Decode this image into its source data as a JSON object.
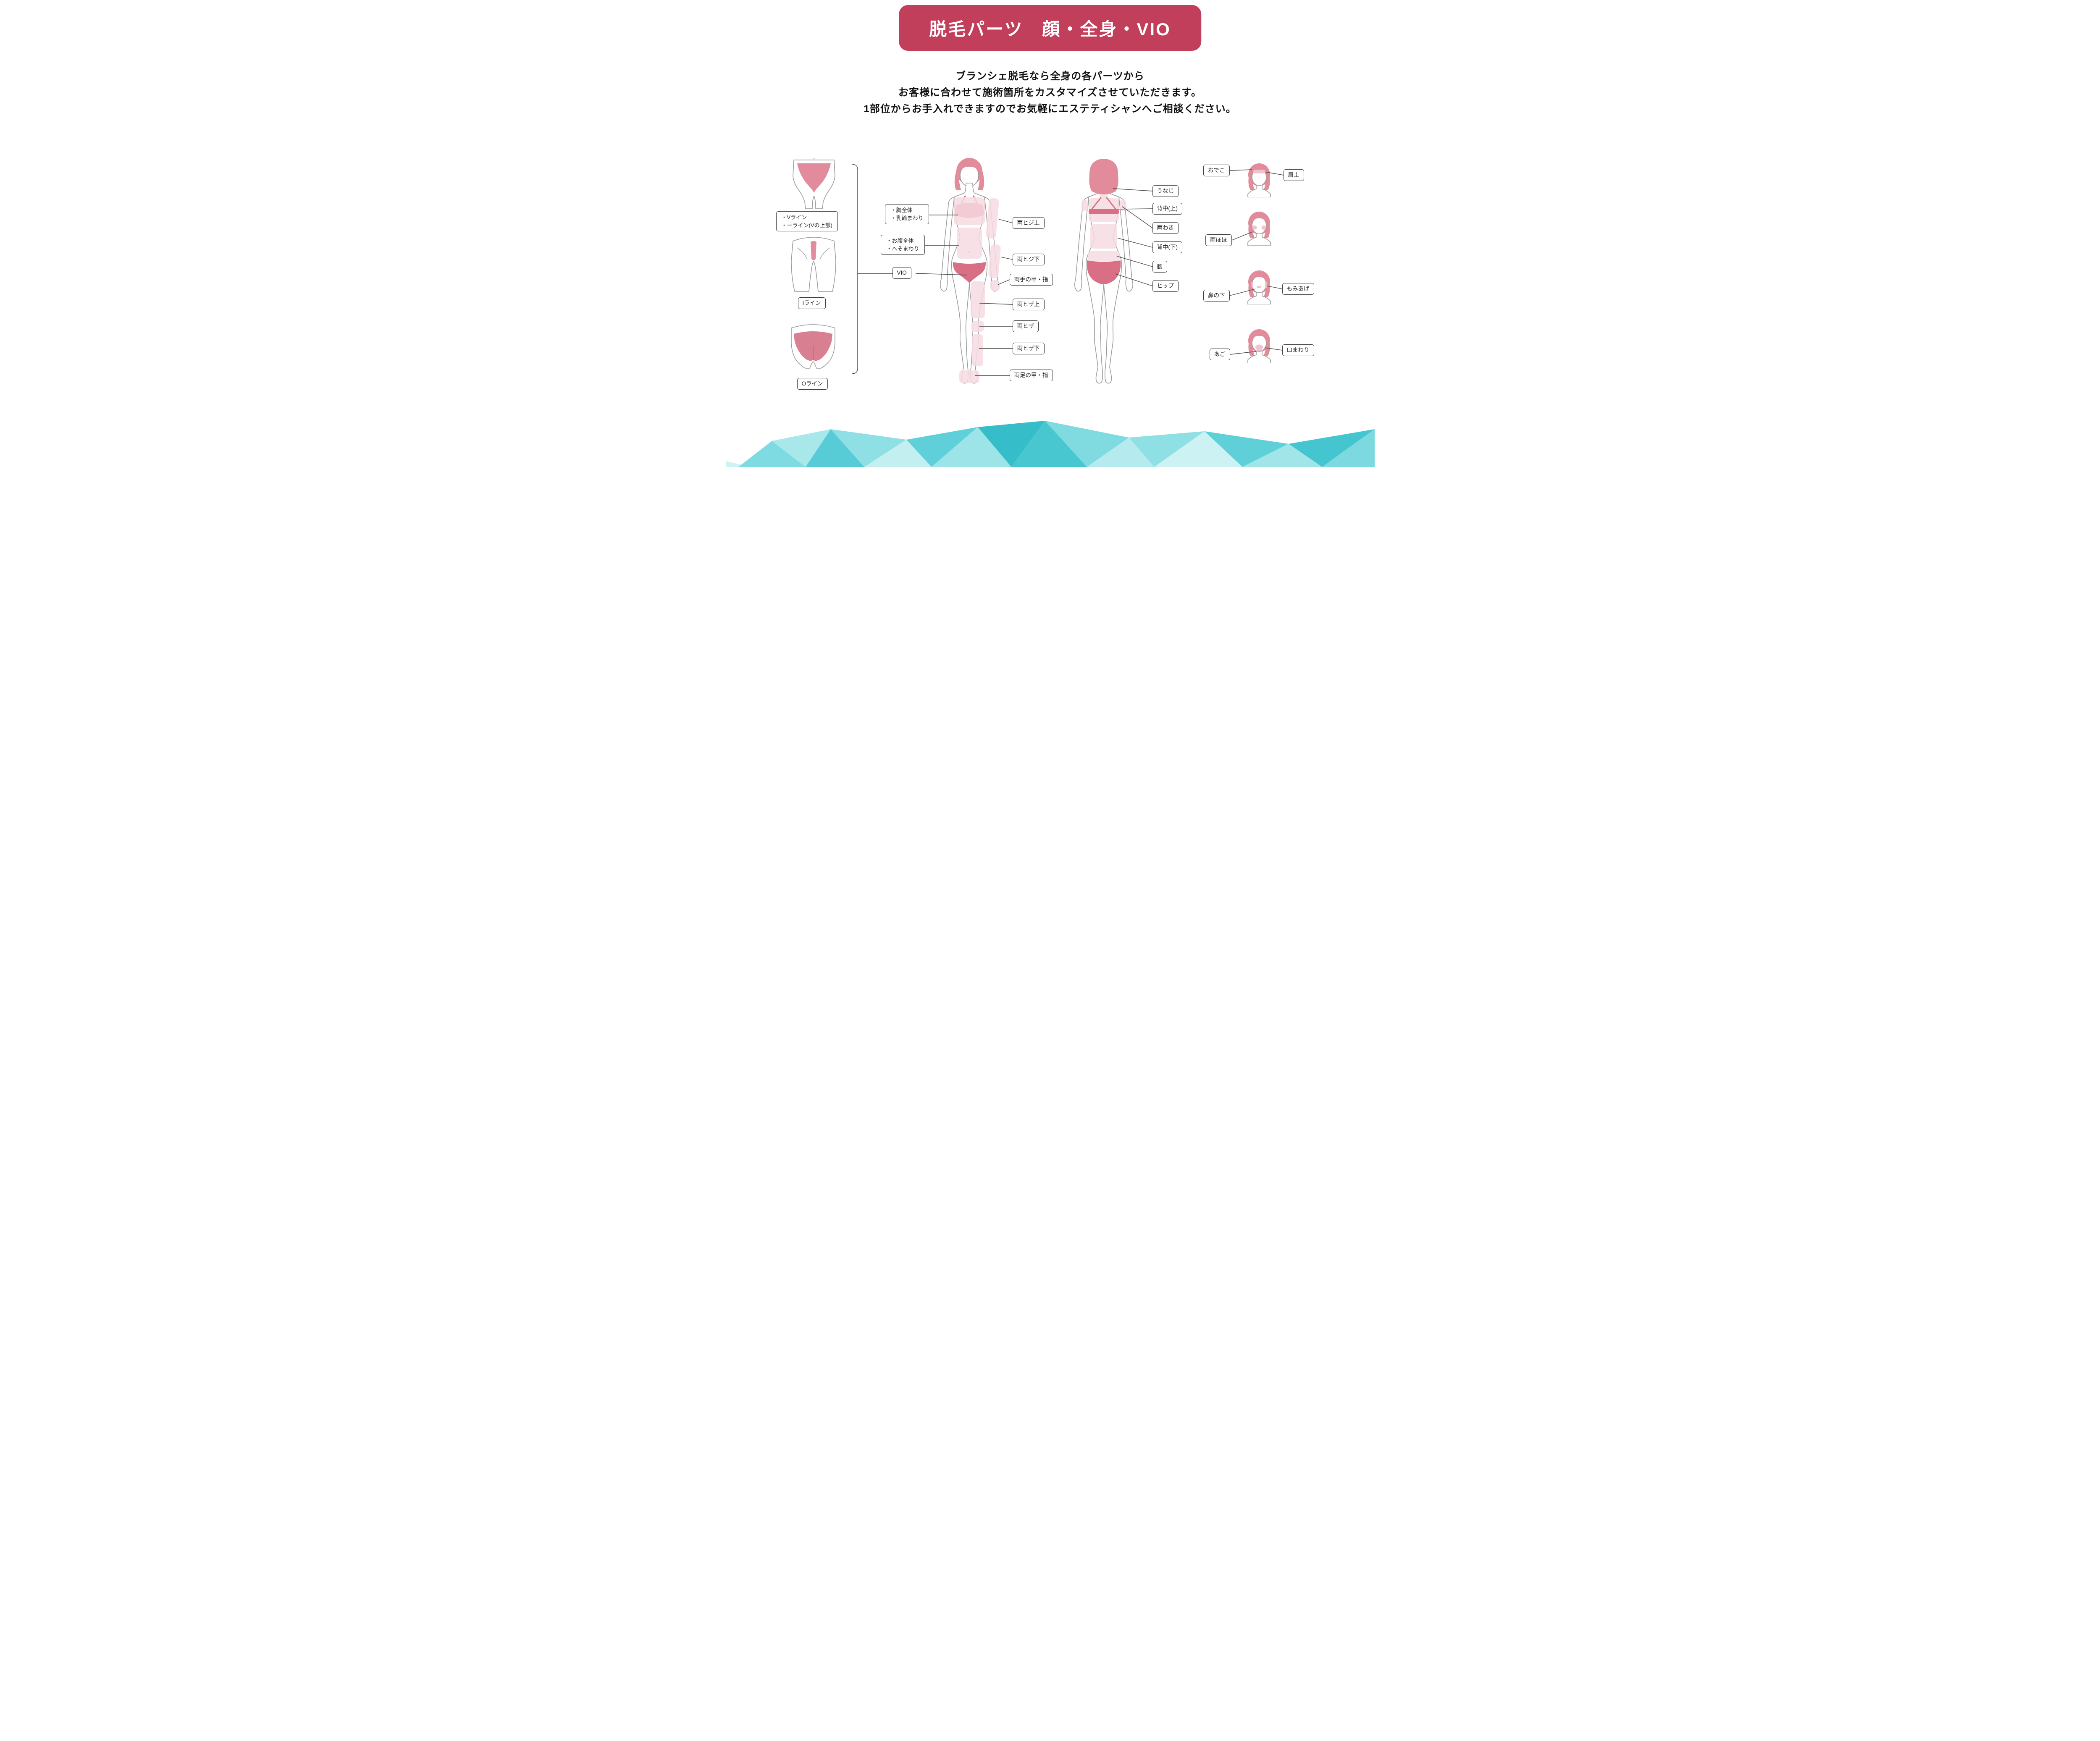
{
  "banner": {
    "title": "脱毛パーツ　顔・全身・VIO"
  },
  "intro": {
    "lines": [
      "ブランシェ脱毛なら全身の各パーツから",
      "お客様に合わせて施術箇所をカスタマイズさせていただきます。",
      "1部位からお手入れできますのでお気軽にエステティシャンへご相談ください。"
    ]
  },
  "vio_column": {
    "v_label": {
      "line1": "・Vライン",
      "line2": "・ーライン(Vの上部)"
    },
    "i_label": "Iライン",
    "o_label": "Oライン",
    "vio_label": "VIO"
  },
  "front_body": {
    "left_labels": {
      "chest": {
        "line1": "・胸全体",
        "line2": "・乳輪まわり"
      },
      "abdomen": {
        "line1": "・お腹全体",
        "line2": "・へそまわり"
      }
    },
    "right_labels": [
      "両ヒジ上",
      "両ヒジ下",
      "両手の甲・指",
      "両ヒザ上",
      "両ヒザ",
      "両ヒザ下",
      "両足の甲・指"
    ]
  },
  "back_body": {
    "labels": [
      "うなじ",
      "背中(上)",
      "両わき",
      "背中(下)",
      "腰",
      "ヒップ"
    ]
  },
  "faces": [
    {
      "left": "おでこ",
      "right": "眉上"
    },
    {
      "left": "両ほほ",
      "right": ""
    },
    {
      "left": "鼻の下",
      "right": "もみあげ"
    },
    {
      "left": "あご",
      "right": "口まわり"
    }
  ],
  "colors": {
    "banner_bg": "#c23f5c",
    "hair_pink": "#e28b9b",
    "bikini_rose": "#d86f84",
    "highlight_pink": "#f7dce2",
    "face_highlight_pink": "#f2c3cd",
    "outline_gray": "#9b9b9b",
    "teal_dark": "#35bdc9",
    "teal_mid": "#5fd0d9",
    "teal_light": "#a8e7ea",
    "teal_pale": "#cff2f4"
  }
}
